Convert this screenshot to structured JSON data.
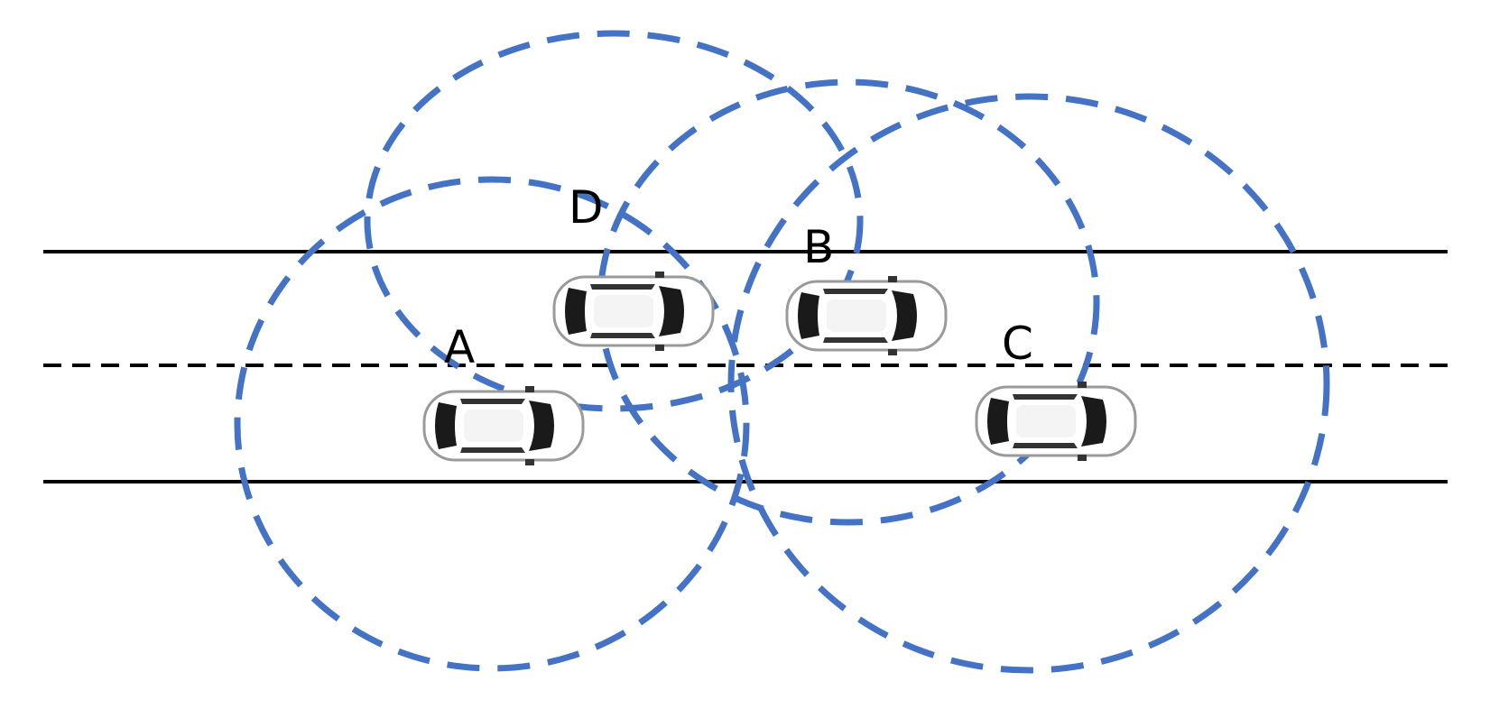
{
  "colors": {
    "range_circle": "#4472C4",
    "road_line": "#000000",
    "car_body": "#ffffff",
    "car_glass": "#1a1a1a"
  },
  "vehicles": [
    {
      "id": "A",
      "label": "A"
    },
    {
      "id": "B",
      "label": "B"
    },
    {
      "id": "C",
      "label": "C"
    },
    {
      "id": "D",
      "label": "D"
    }
  ]
}
